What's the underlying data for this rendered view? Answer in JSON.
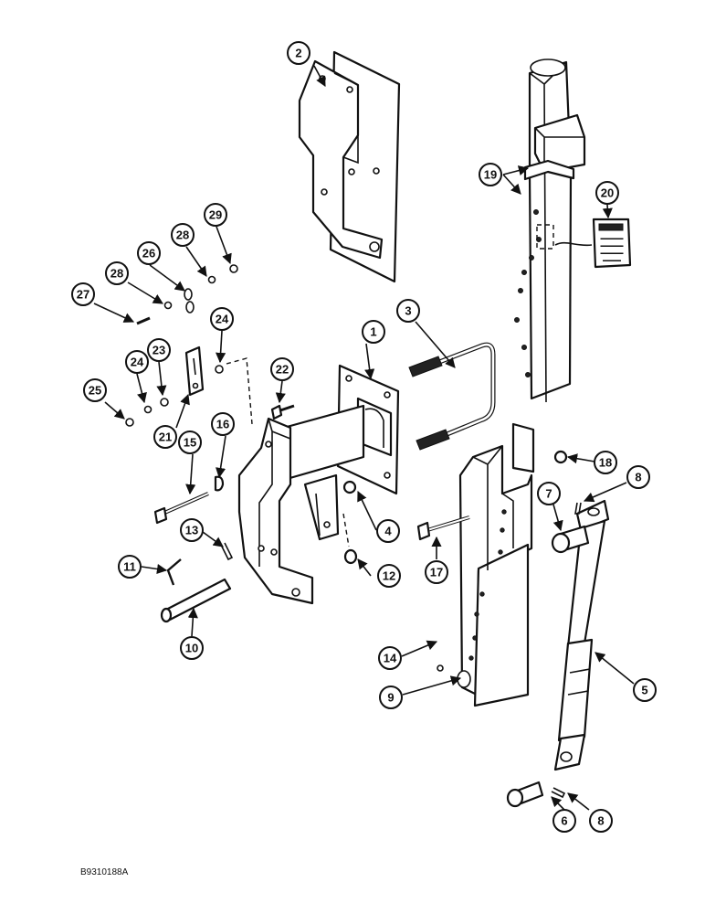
{
  "figure_code": "B9310188A",
  "callouts": [
    "1",
    "2",
    "3",
    "4",
    "5",
    "6",
    "7",
    "8",
    "9",
    "10",
    "11",
    "12",
    "13",
    "14",
    "15",
    "16",
    "17",
    "18",
    "19",
    "20",
    "21",
    "22",
    "23",
    "24",
    "25",
    "26",
    "27",
    "28",
    "29"
  ],
  "colors": {
    "ink": "#111111",
    "paper": "#ffffff"
  }
}
